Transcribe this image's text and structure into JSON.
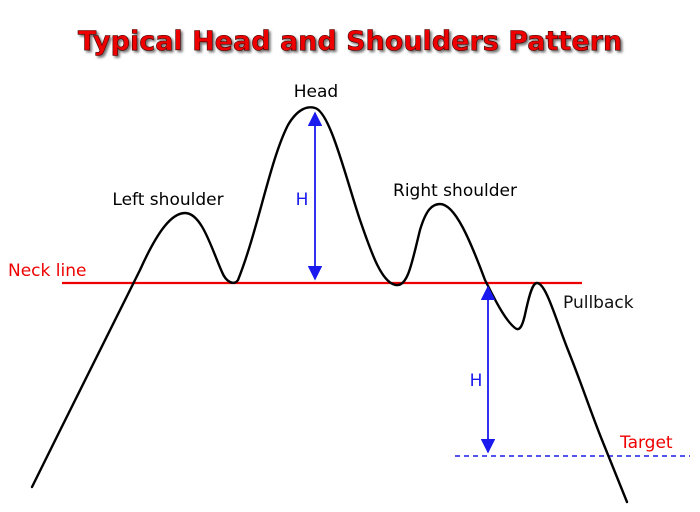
{
  "title": "Typical Head and Shoulders Pattern",
  "labels": {
    "head": "Head",
    "left_shoulder": "Left shoulder",
    "right_shoulder": "Right shoulder",
    "neck_line": "Neck line",
    "pullback": "Pullback",
    "target": "Target",
    "height_upper": "H",
    "height_lower": "H"
  },
  "colors": {
    "title": "#ee0000",
    "price_line": "#000000",
    "neck_line": "#ee0000",
    "height_arrow": "#1a1aee",
    "target_line": "#1a1aee"
  }
}
